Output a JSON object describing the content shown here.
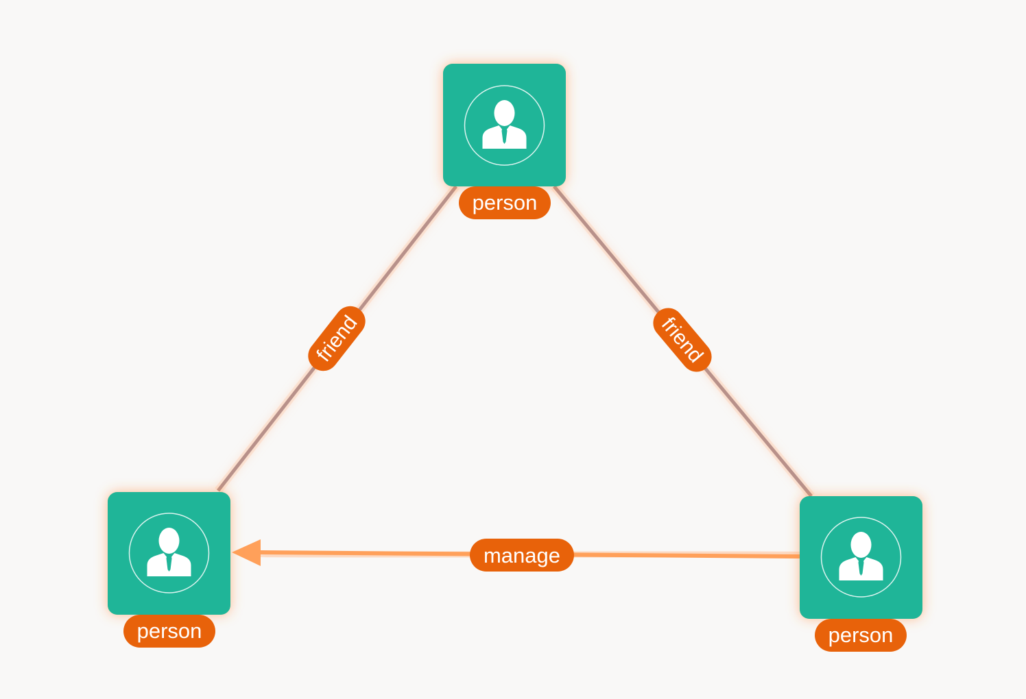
{
  "graph": {
    "nodes": [
      {
        "id": "n1",
        "label": "person",
        "icon": "person-icon"
      },
      {
        "id": "n2",
        "label": "person",
        "icon": "person-icon"
      },
      {
        "id": "n3",
        "label": "person",
        "icon": "person-icon"
      }
    ],
    "edges": [
      {
        "id": "e1",
        "label": "friend",
        "from": "n1",
        "to": "n2",
        "directed": false
      },
      {
        "id": "e2",
        "label": "friend",
        "from": "n1",
        "to": "n3",
        "directed": false
      },
      {
        "id": "e3",
        "label": "manage",
        "from": "n3",
        "to": "n2",
        "directed": true
      }
    ]
  },
  "colors": {
    "background": "#f9f8f7",
    "node_fill": "#1fb598",
    "label_fill": "#e8620a",
    "friend_edge": "#b8918a",
    "manage_edge": "#ffa05a",
    "glow": "#ff8a3c"
  }
}
